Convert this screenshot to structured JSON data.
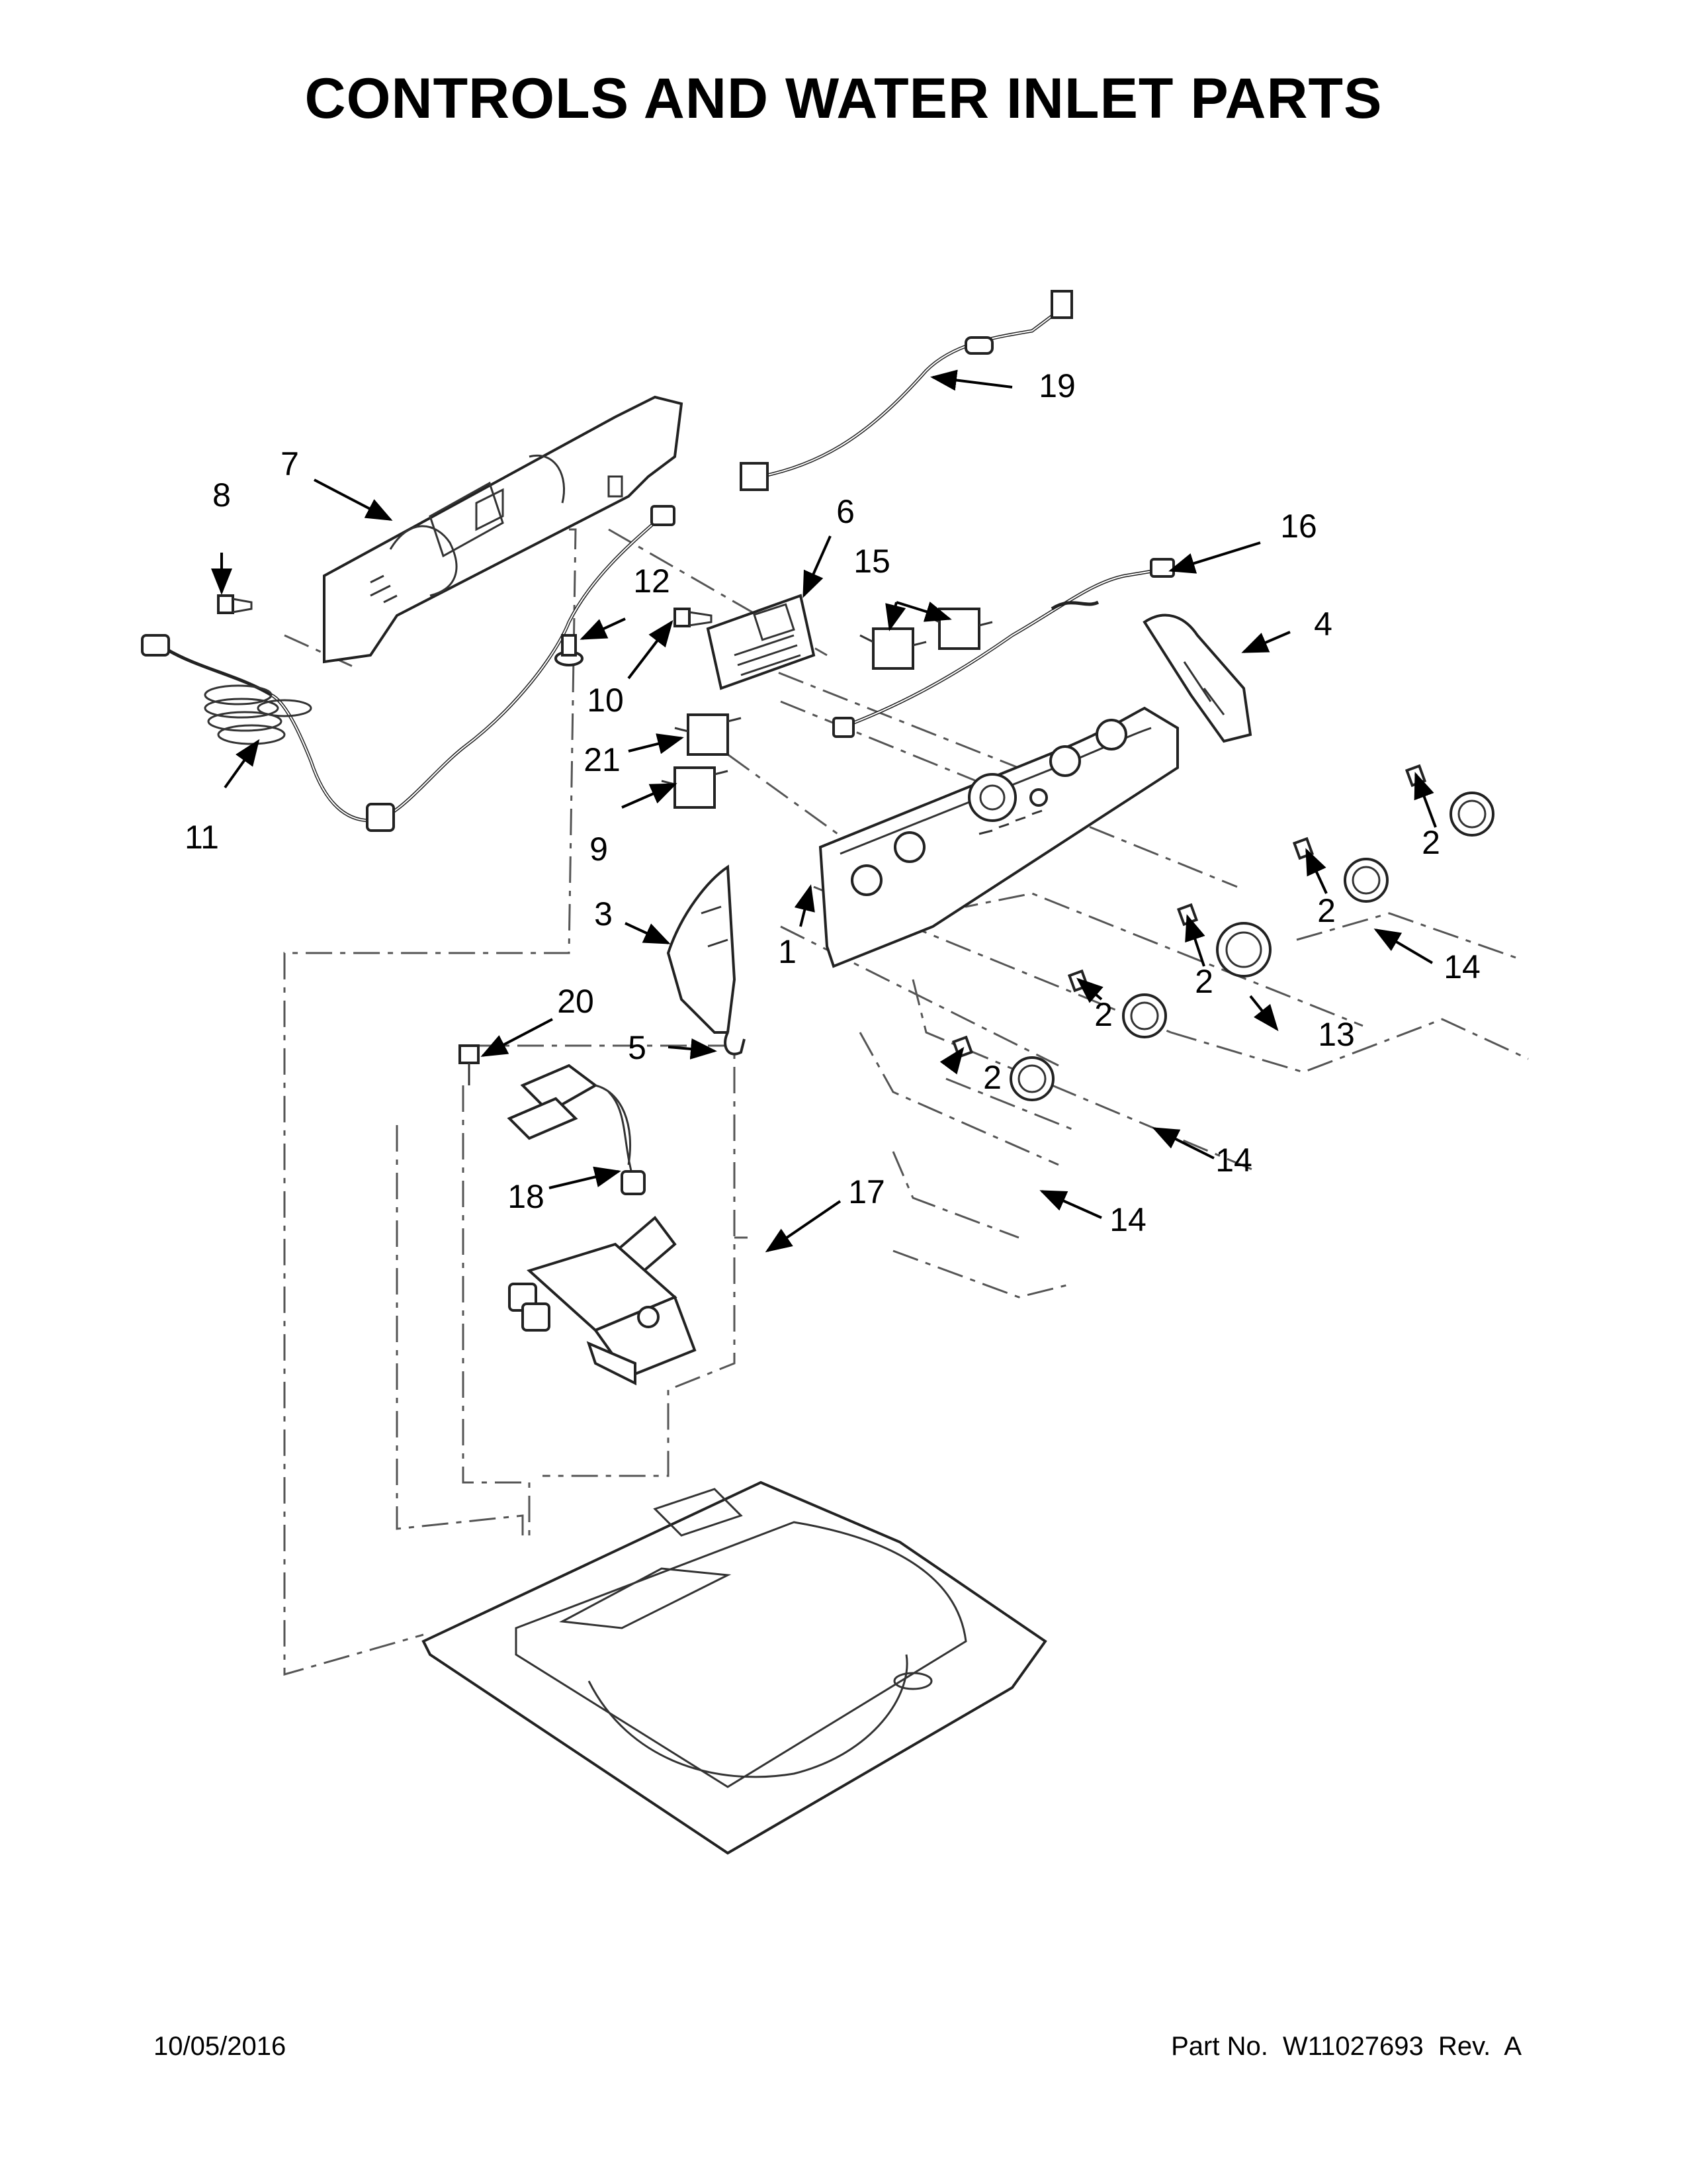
{
  "title": "CONTROLS AND WATER INLET PARTS",
  "footer": {
    "date": "10/05/2016",
    "part_number": "Part No.  W11027693  Rev.  A"
  },
  "callouts": [
    {
      "id": "c1",
      "label": "1"
    },
    {
      "id": "c2a",
      "label": "2"
    },
    {
      "id": "c2b",
      "label": "2"
    },
    {
      "id": "c2c",
      "label": "2"
    },
    {
      "id": "c2d",
      "label": "2"
    },
    {
      "id": "c2e",
      "label": "2"
    },
    {
      "id": "c3",
      "label": "3"
    },
    {
      "id": "c4",
      "label": "4"
    },
    {
      "id": "c5",
      "label": "5"
    },
    {
      "id": "c6",
      "label": "6"
    },
    {
      "id": "c7",
      "label": "7"
    },
    {
      "id": "c8",
      "label": "8"
    },
    {
      "id": "c9",
      "label": "9"
    },
    {
      "id": "c10",
      "label": "10"
    },
    {
      "id": "c11",
      "label": "11"
    },
    {
      "id": "c12",
      "label": "12"
    },
    {
      "id": "c13",
      "label": "13"
    },
    {
      "id": "c14a",
      "label": "14"
    },
    {
      "id": "c14b",
      "label": "14"
    },
    {
      "id": "c14c",
      "label": "14"
    },
    {
      "id": "c15",
      "label": "15"
    },
    {
      "id": "c16",
      "label": "16"
    },
    {
      "id": "c17",
      "label": "17"
    },
    {
      "id": "c18",
      "label": "18"
    },
    {
      "id": "c19",
      "label": "19"
    },
    {
      "id": "c20",
      "label": "20"
    },
    {
      "id": "c21",
      "label": "21"
    }
  ]
}
